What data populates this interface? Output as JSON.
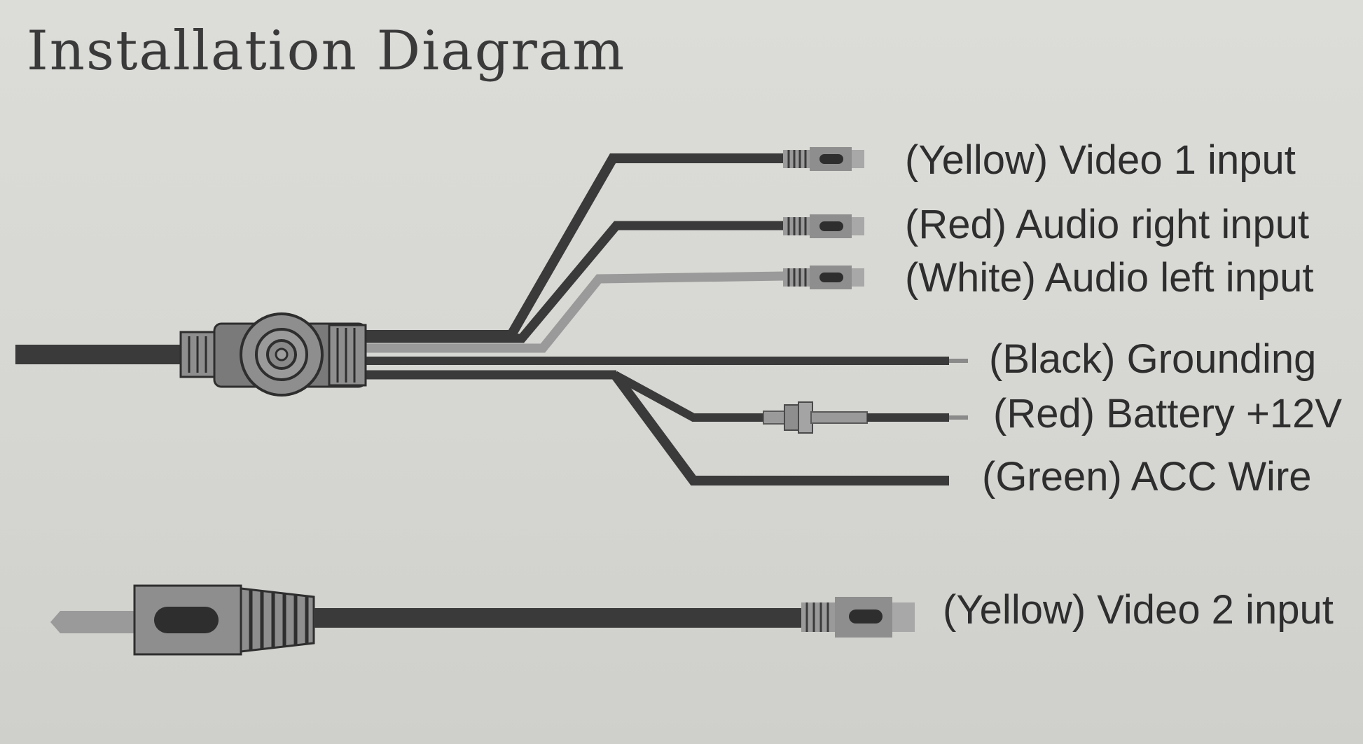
{
  "title": "Installation Diagram",
  "labels": {
    "video1": "(Yellow) Video 1 input",
    "audio_right": "(Red) Audio right input",
    "audio_left": "(White) Audio left input",
    "grounding": "(Black) Grounding",
    "battery": "(Red) Battery +12V",
    "acc": "(Green) ACC Wire",
    "video2": "(Yellow) Video 2 input"
  },
  "colors": {
    "wire_dark": "#3a3a3a",
    "wire_light": "#9a9a9a",
    "plug_body": "#8e8e8e",
    "plug_dark": "#2e2e2e",
    "connector_body": "#7a7a7a",
    "text": "#2e2e2e"
  }
}
